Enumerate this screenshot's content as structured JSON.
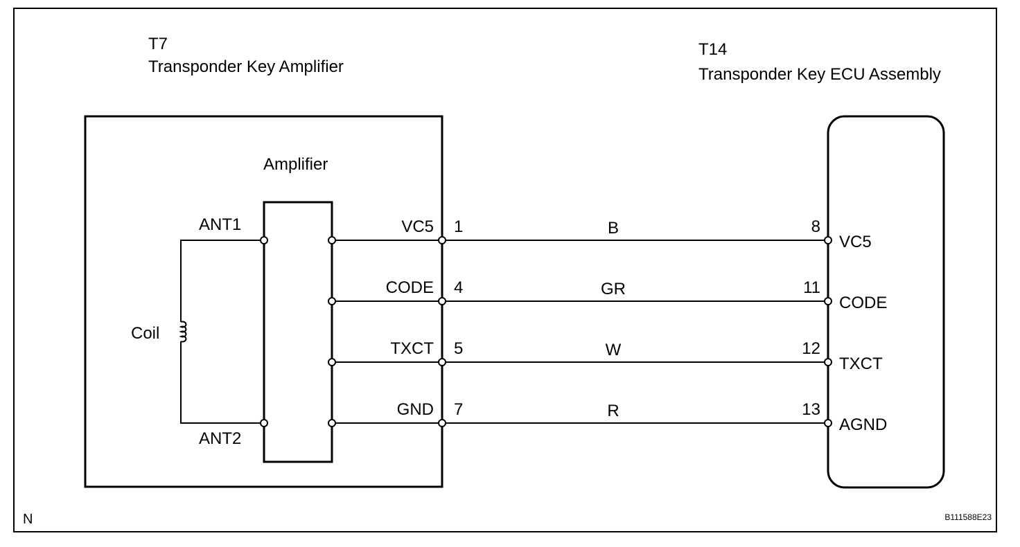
{
  "amplifier_connector": {
    "code": "T7",
    "name": "Transponder Key Amplifier",
    "block_label": "Amplifier",
    "coil_label": "Coil",
    "antenna_pins": [
      "ANT1",
      "ANT2"
    ]
  },
  "ecu_connector": {
    "code": "T14",
    "name": "Transponder Key ECU Assembly"
  },
  "wires": [
    {
      "amp_signal": "VC5",
      "amp_pin": "1",
      "color": "B",
      "ecu_pin": "8",
      "ecu_signal": "VC5"
    },
    {
      "amp_signal": "CODE",
      "amp_pin": "4",
      "color": "GR",
      "ecu_pin": "11",
      "ecu_signal": "CODE"
    },
    {
      "amp_signal": "TXCT",
      "amp_pin": "5",
      "color": "W",
      "ecu_pin": "12",
      "ecu_signal": "TXCT"
    },
    {
      "amp_signal": "GND",
      "amp_pin": "7",
      "color": "R",
      "ecu_pin": "13",
      "ecu_signal": "AGND"
    }
  ],
  "footer": {
    "corner_mark": "N",
    "figure_code": "B111588E23"
  }
}
